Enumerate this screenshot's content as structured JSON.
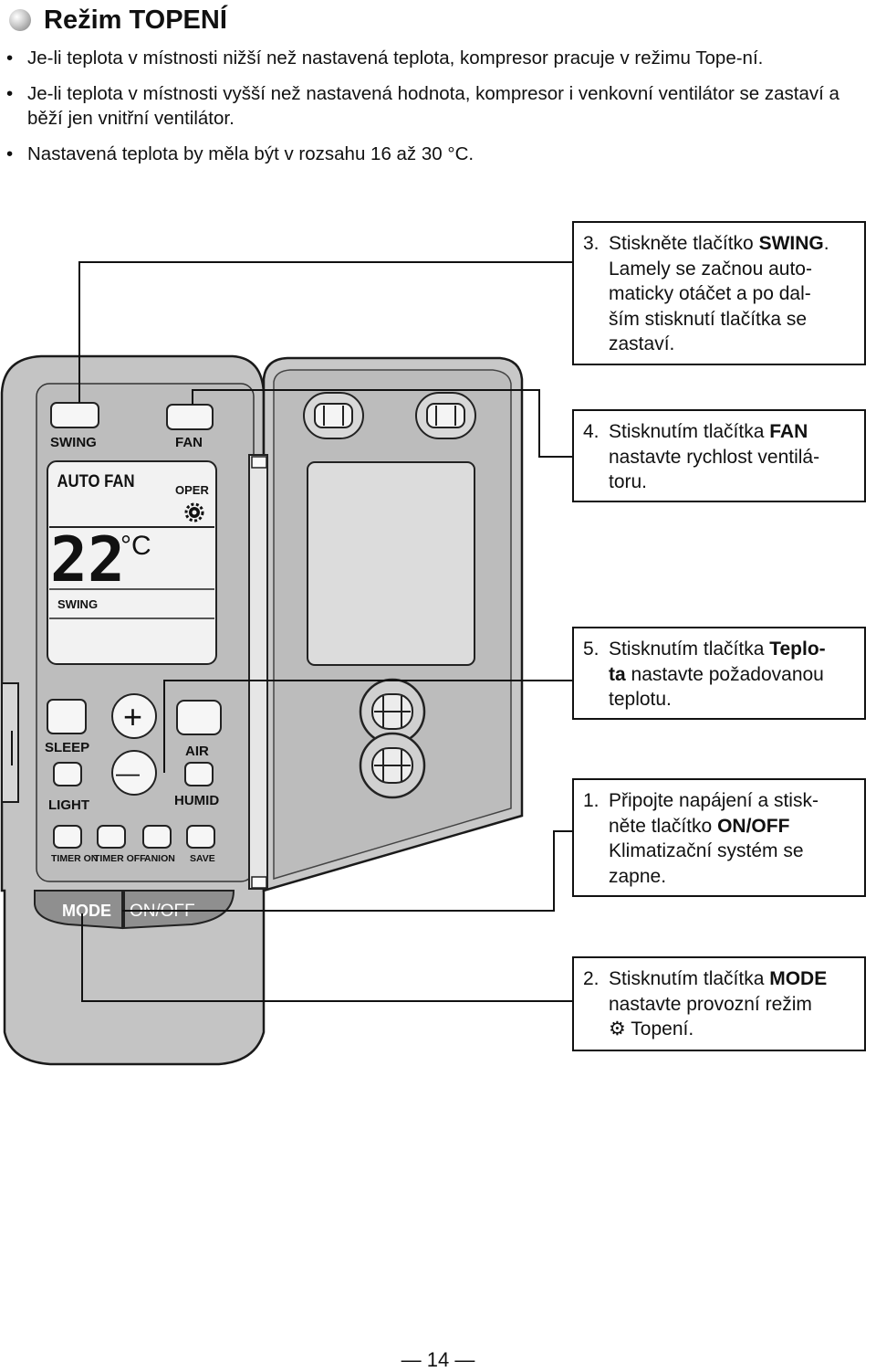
{
  "heading": "Režim TOPENÍ",
  "intro": [
    {
      "bullet": "•",
      "text": "Je-li teplota v místnosti nižší než nastavená teplota, kompresor pracuje v režimu Tope-ní."
    },
    {
      "bullet": "•",
      "text": "Je-li teplota v místnosti vyšší než nastavená hodnota, kompresor i venkovní ventilátor se zastaví a běží jen vnitřní ventilátor."
    },
    {
      "bullet": "•",
      "text": "Nastavená teplota by měla být v rozsahu 16 až 30 °C."
    }
  ],
  "remote": {
    "buttons": {
      "swing": "SWING",
      "fan": "FAN",
      "sleep": "SLEEP",
      "air": "AIR",
      "light": "LIGHT",
      "humid": "HUMID",
      "timer_on": "TIMER ON",
      "timer_off": "TIMER OFF",
      "anion": "ANION",
      "save": "SAVE",
      "mode": "MODE",
      "onoff": "ON/OFF",
      "plus": "+",
      "minus": "—"
    },
    "lcd": {
      "auto_fan": "AUTO FAN",
      "oper": "OPER",
      "temperature": "22",
      "unit": "°C",
      "swing": "SWING"
    }
  },
  "callouts": [
    {
      "num": "3.",
      "lines": [
        [
          "Stiskněte tlačítko ",
          "SWING",
          "."
        ],
        [
          "Lamely se začnou auto-"
        ],
        [
          "maticky otáčet a po dal-"
        ],
        [
          "ším stisknutí tlačítka se"
        ],
        [
          "zastaví."
        ]
      ]
    },
    {
      "num": "4.",
      "lines": [
        [
          "Stisknutím tlačítka ",
          "FAN"
        ],
        [
          "nastavte rychlost ventilá-"
        ],
        [
          "toru."
        ]
      ]
    },
    {
      "num": "5.",
      "lines": [
        [
          "Stisknutím tlačítka ",
          "Teplo-"
        ],
        [
          "",
          "ta",
          " nastavte požadovanou"
        ],
        [
          "teplotu."
        ]
      ]
    },
    {
      "num": "1.",
      "lines": [
        [
          "Připojte napájení a stisk-"
        ],
        [
          "něte tlačítko ",
          "ON/OFF"
        ],
        [
          "Klimatizační systém se"
        ],
        [
          "zapne."
        ]
      ]
    },
    {
      "num": "2.",
      "lines": [
        [
          "Stisknutím tlačítka ",
          "MODE"
        ],
        [
          "nastavte provozní režim"
        ],
        [
          "⚙ Topení."
        ]
      ]
    }
  ],
  "page_number": "— 14 —"
}
